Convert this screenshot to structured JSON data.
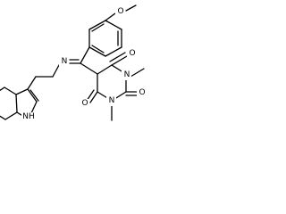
{
  "molecule": {
    "atoms": {
      "o_methoxy": "O",
      "n_imine": "N",
      "o_upper": "O",
      "n1": "N",
      "o_mid": "O",
      "n3": "N",
      "o_lower": "O",
      "nh_indole": "NH"
    },
    "colors": {
      "bond": "#000000",
      "label": "#000000",
      "background": "#ffffff"
    }
  }
}
